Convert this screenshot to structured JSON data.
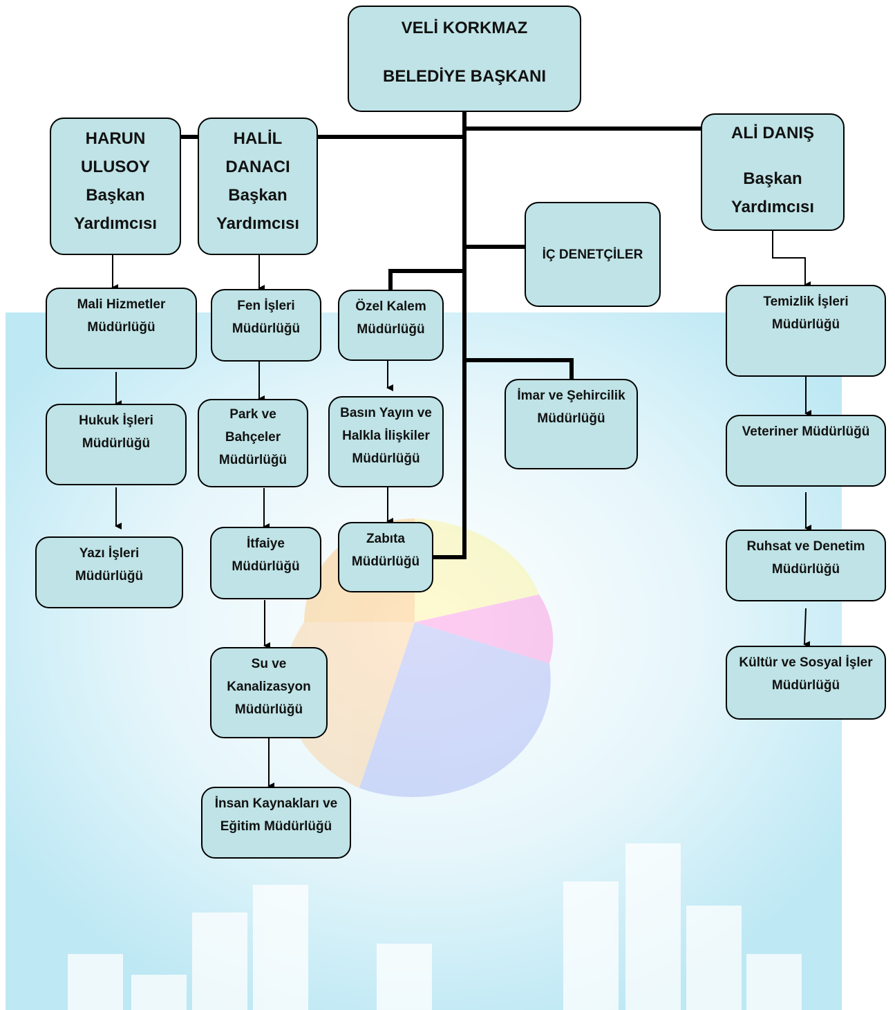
{
  "colors": {
    "box_fill": "#bfe3e6",
    "box_border": "#000000",
    "connector": "#000000"
  },
  "mayor": {
    "name": "VELİ KORKMAZ",
    "title": "BELEDİYE BAŞKANI"
  },
  "deputies": [
    {
      "name_line1": "HARUN",
      "name_line2": "ULUSOY",
      "title_line1": "Başkan",
      "title_line2": "Yardımcısı"
    },
    {
      "name_line1": "HALİL",
      "name_line2": "DANACI",
      "title_line1": "Başkan",
      "title_line2": "Yardımcısı"
    },
    {
      "name": "ALİ DANIŞ",
      "title_line1": "Başkan",
      "title_line2": "Yardımcısı"
    }
  ],
  "internal_audit": "İÇ DENETÇİLER",
  "departments": {
    "mali_hizmetler": [
      "Mali Hizmetler",
      "Müdürlüğü"
    ],
    "hukuk_isleri": [
      "Hukuk İşleri",
      "Müdürlüğü"
    ],
    "yazi_isleri": [
      "Yazı İşleri",
      "Müdürlüğü"
    ],
    "fen_isleri": [
      "Fen İşleri",
      "Müdürlüğü"
    ],
    "park_bahceler": [
      "Park ve",
      "Bahçeler",
      "Müdürlüğü"
    ],
    "itfaiye": [
      "İtfaiye",
      "Müdürlüğü"
    ],
    "su_kanalizasyon": [
      "Su ve",
      "Kanalizasyon",
      "Müdürlüğü"
    ],
    "insan_kaynaklari": [
      "İnsan Kaynakları ve",
      "Eğitim Müdürlüğü"
    ],
    "ozel_kalem": [
      "Özel Kalem",
      "Müdürlüğü"
    ],
    "basin_yayin": [
      "Basın Yayın ve",
      "Halkla İlişkiler",
      "Müdürlüğü"
    ],
    "zabita": [
      "Zabıta",
      "Müdürlüğü"
    ],
    "imar_sehircilik": [
      "İmar ve Şehircilik",
      "Müdürlüğü"
    ],
    "temizlik_isleri": [
      "Temizlik İşleri",
      "Müdürlüğü"
    ],
    "veteriner": [
      "Veteriner Müdürlüğü"
    ],
    "ruhsat_denetim": [
      "Ruhsat ve Denetim",
      "Müdürlüğü"
    ],
    "kultur_sosyal": [
      "Kültür ve Sosyal İşler",
      "Müdürlüğü"
    ]
  }
}
